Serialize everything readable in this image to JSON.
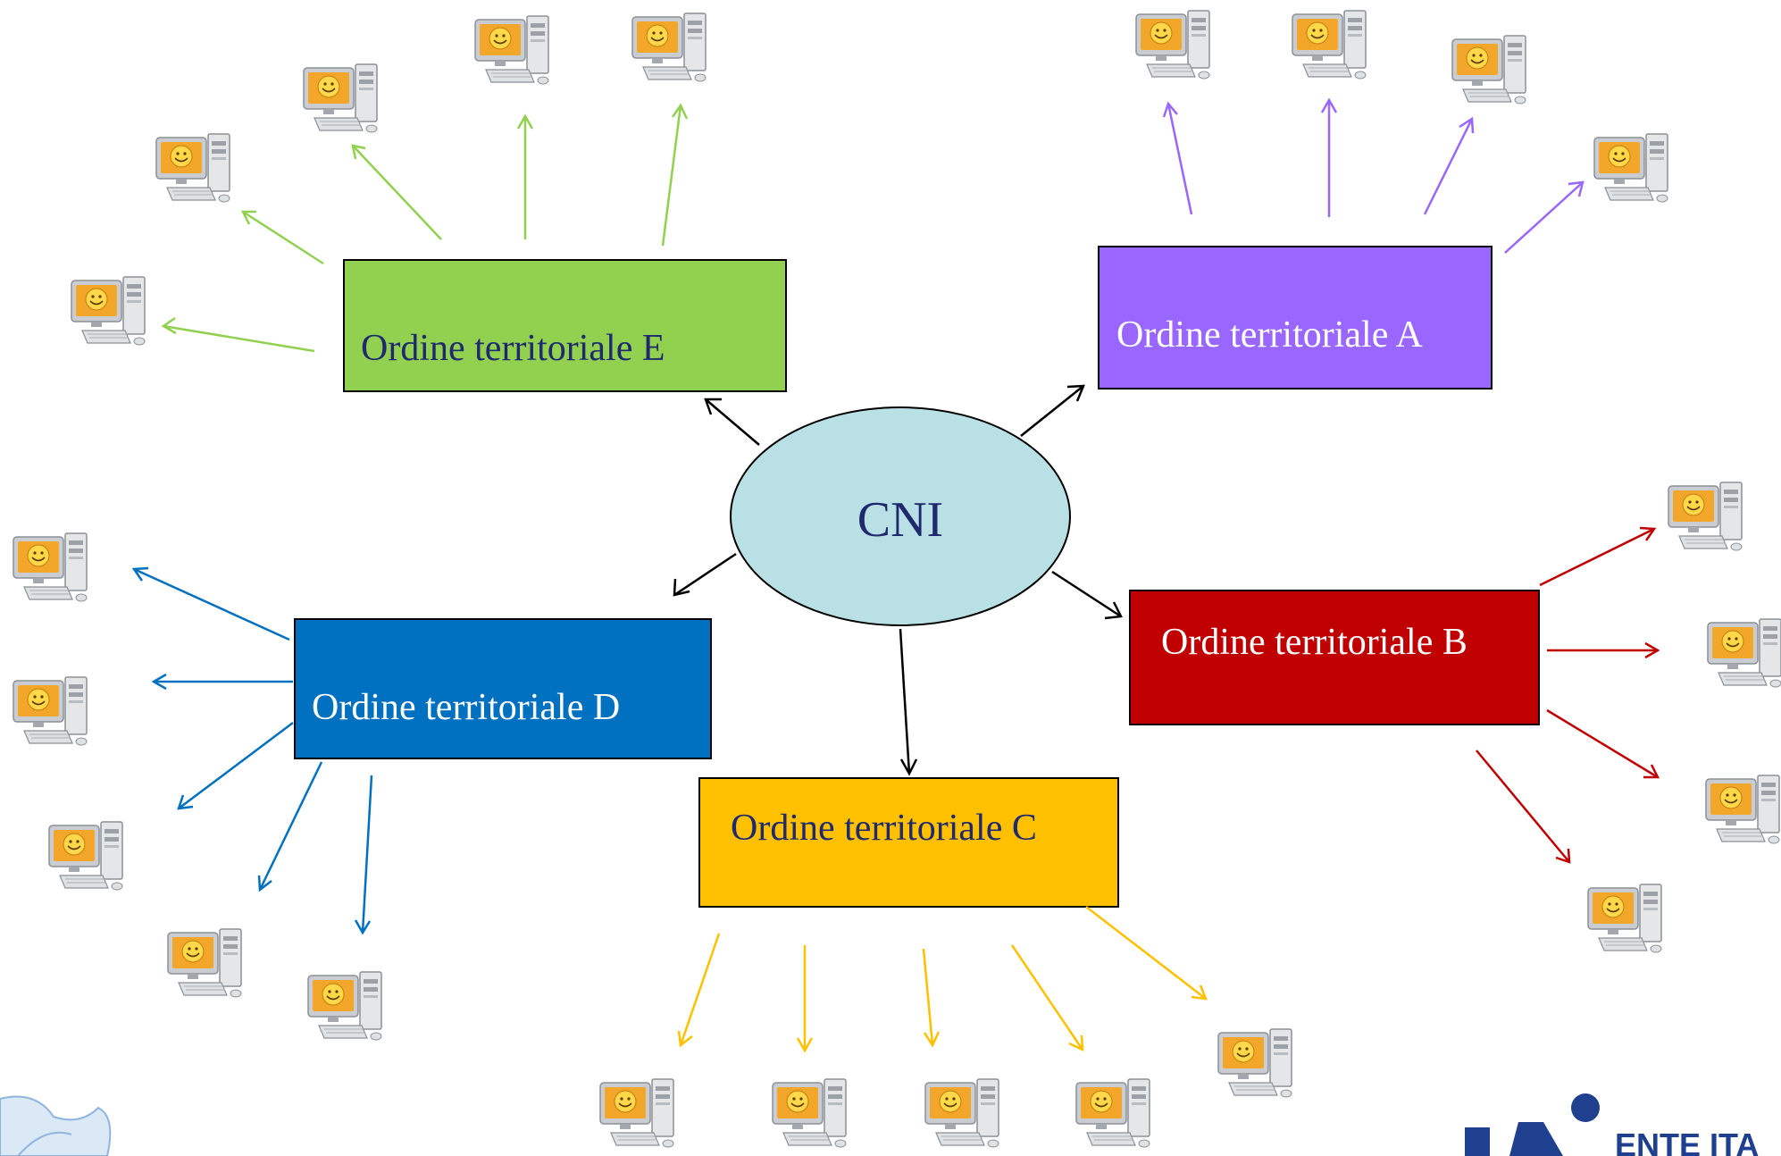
{
  "center": {
    "label": "CNI",
    "fill": "#b9e0e4",
    "text_color": "#1f2a6e"
  },
  "nodes": [
    {
      "id": "E",
      "label": "Ordine territoriale E",
      "fill": "#92d050",
      "text_color": "#1f2a6e",
      "arrow_color": "#92d050"
    },
    {
      "id": "A",
      "label": "Ordine territoriale A",
      "fill": "#9966ff",
      "text_color": "#ffffff",
      "arrow_color": "#9966ff"
    },
    {
      "id": "B",
      "label": "Ordine territoriale B",
      "fill": "#c00000",
      "text_color": "#ffffff",
      "arrow_color": "#c00000"
    },
    {
      "id": "C",
      "label": "Ordine territoriale C",
      "fill": "#ffc000",
      "text_color": "#1f2a6e",
      "arrow_color": "#ffc000"
    },
    {
      "id": "D",
      "label": "Ordine territoriale D",
      "fill": "#0070c0",
      "text_color": "#ffffff",
      "arrow_color": "#0070c0"
    }
  ],
  "icons": {
    "computer": "computer-icon",
    "puzzle": "puzzle-corner-icon"
  },
  "logo": {
    "text": "UNI",
    "caption": "ENTE ITA",
    "color": "#1f3f8f"
  }
}
